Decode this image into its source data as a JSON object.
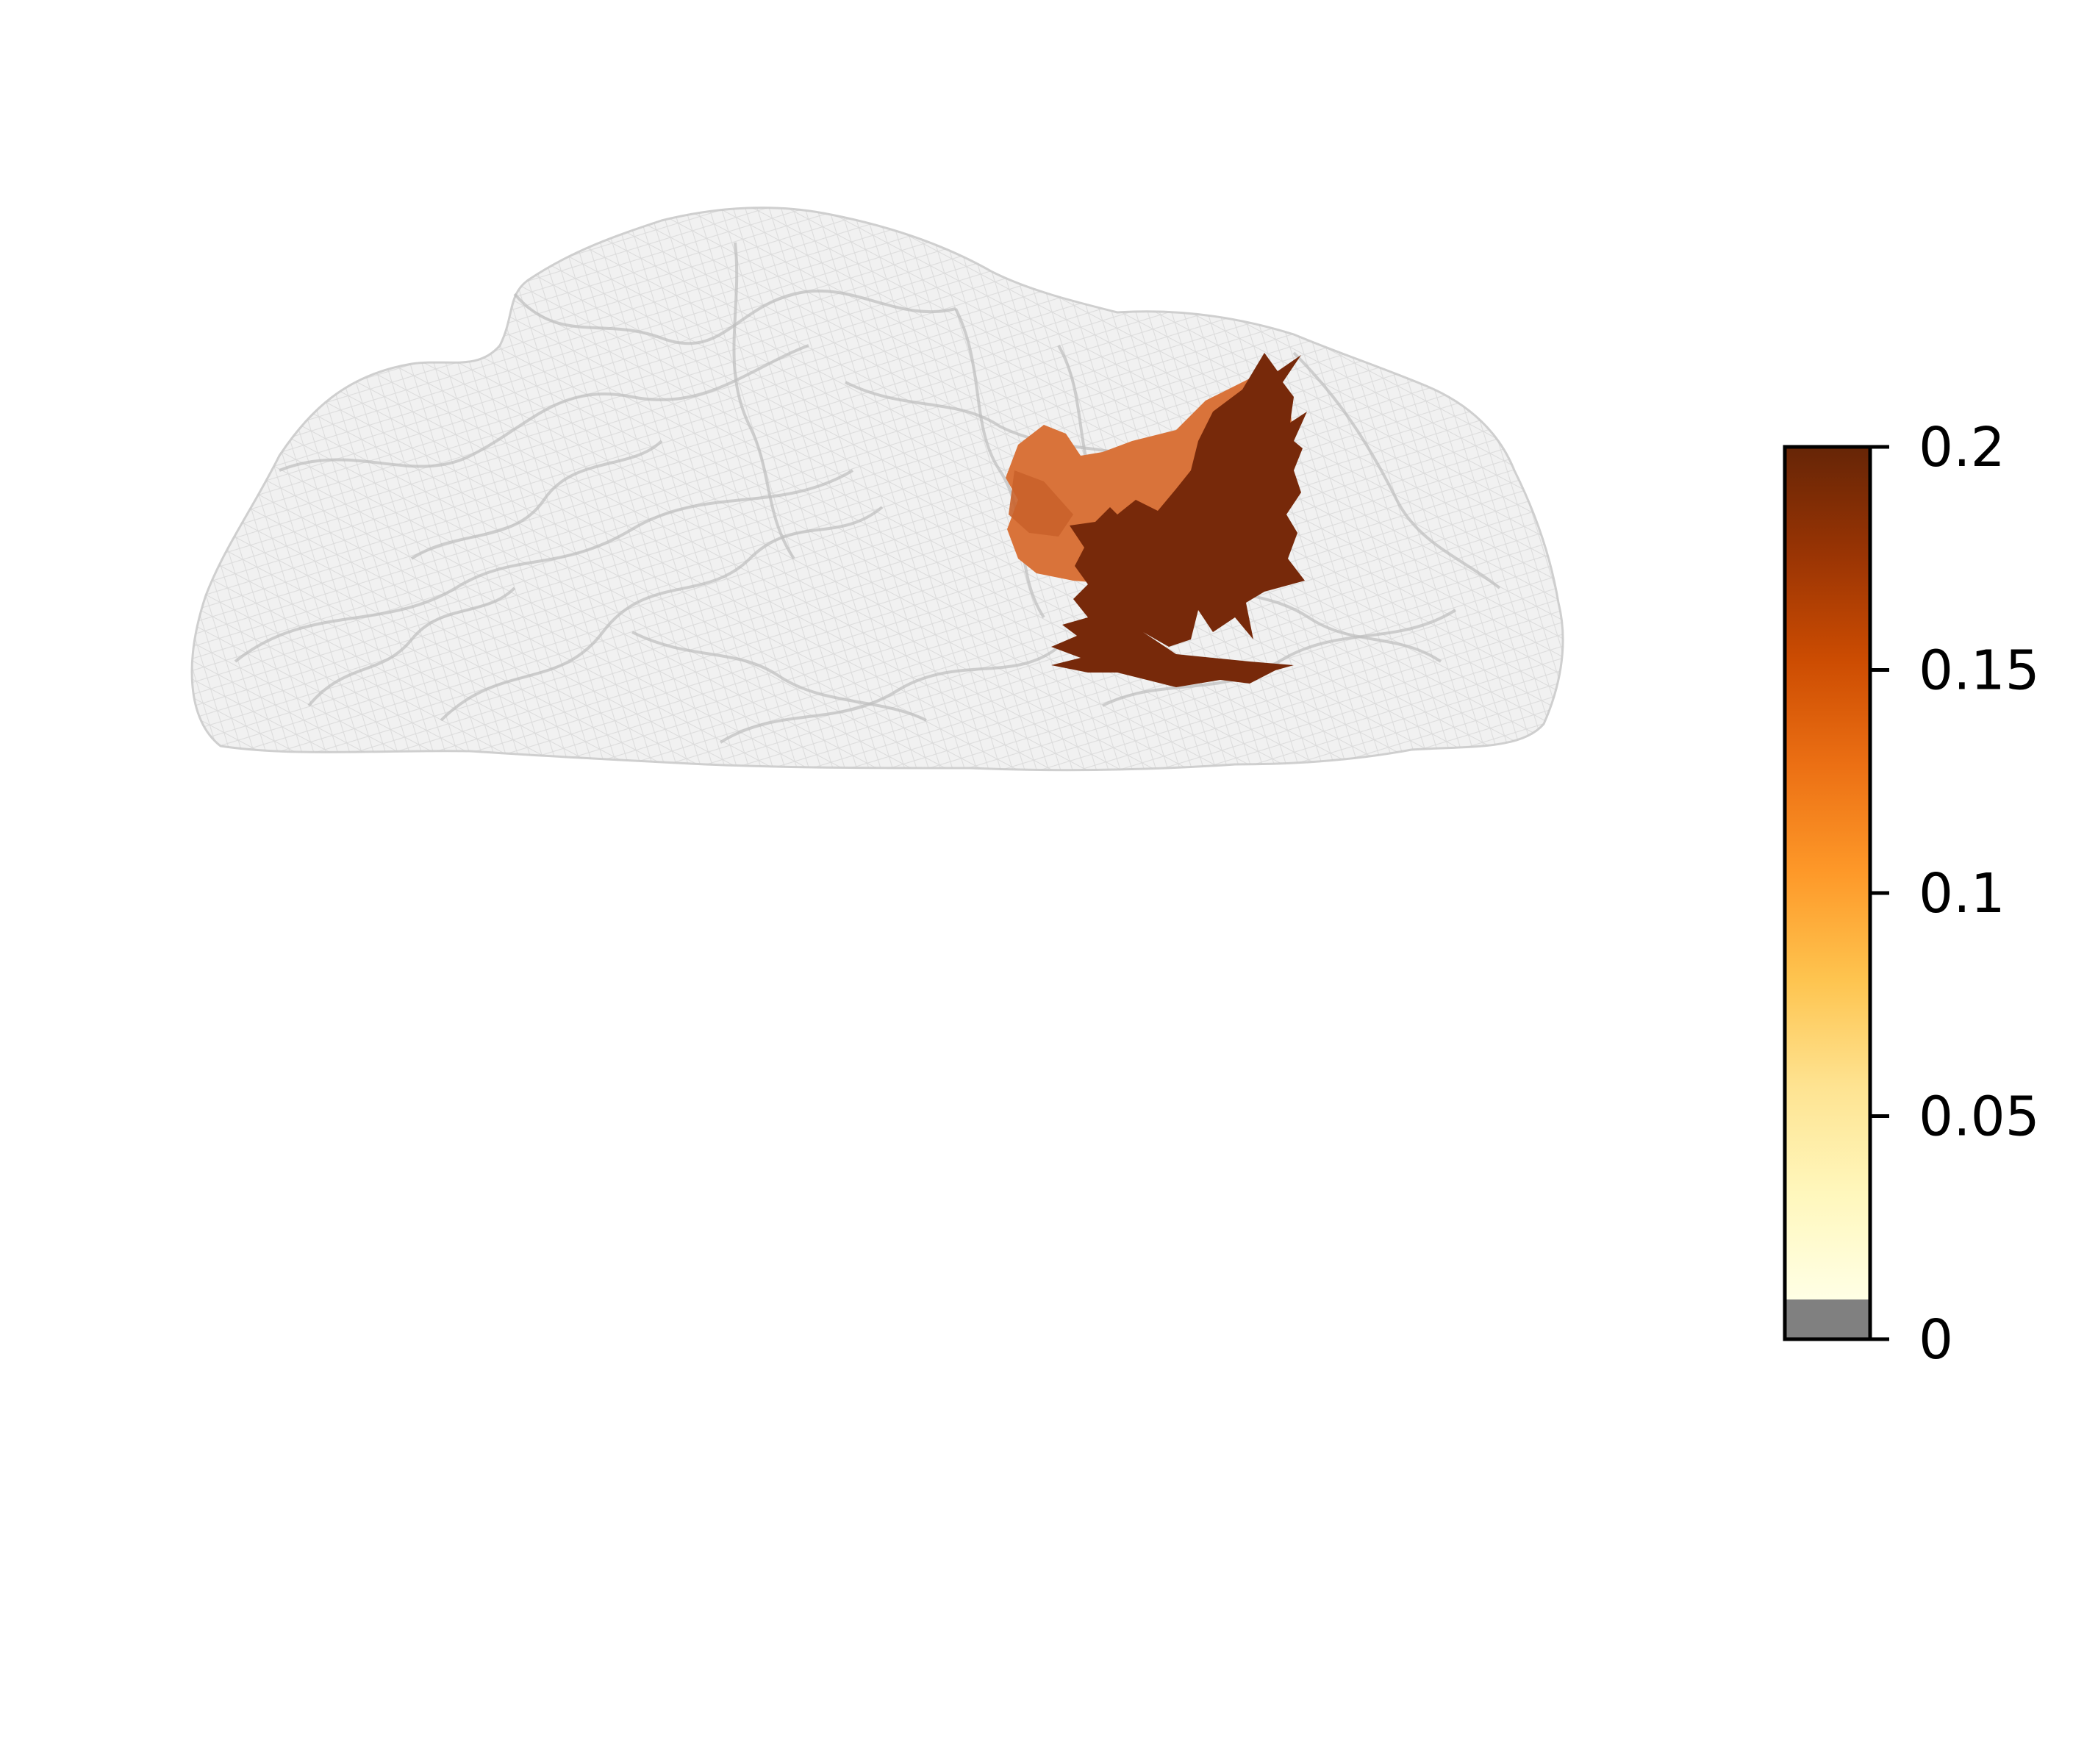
{
  "figure": {
    "brain_surface_color": "#c8c8c8",
    "region_colors": {
      "dark_region": "#77290a",
      "medium_region": "#c9622b",
      "light_region": "#d9733a"
    }
  },
  "colorbar": {
    "colormap": "YlOrBr",
    "range": [
      0,
      0.2
    ],
    "below_min_color": "#808080",
    "stops": [
      "#ffffe5",
      "#fff7bc",
      "#fee391",
      "#fec44f",
      "#fe9929",
      "#ec7014",
      "#cc4c02",
      "#993404",
      "#662506"
    ],
    "ticks": [
      {
        "value": 0,
        "label": "0"
      },
      {
        "value": 0.05,
        "label": "0.05"
      },
      {
        "value": 0.1,
        "label": "0.1"
      },
      {
        "value": 0.15,
        "label": "0.15"
      },
      {
        "value": 0.2,
        "label": "0.2"
      }
    ]
  }
}
